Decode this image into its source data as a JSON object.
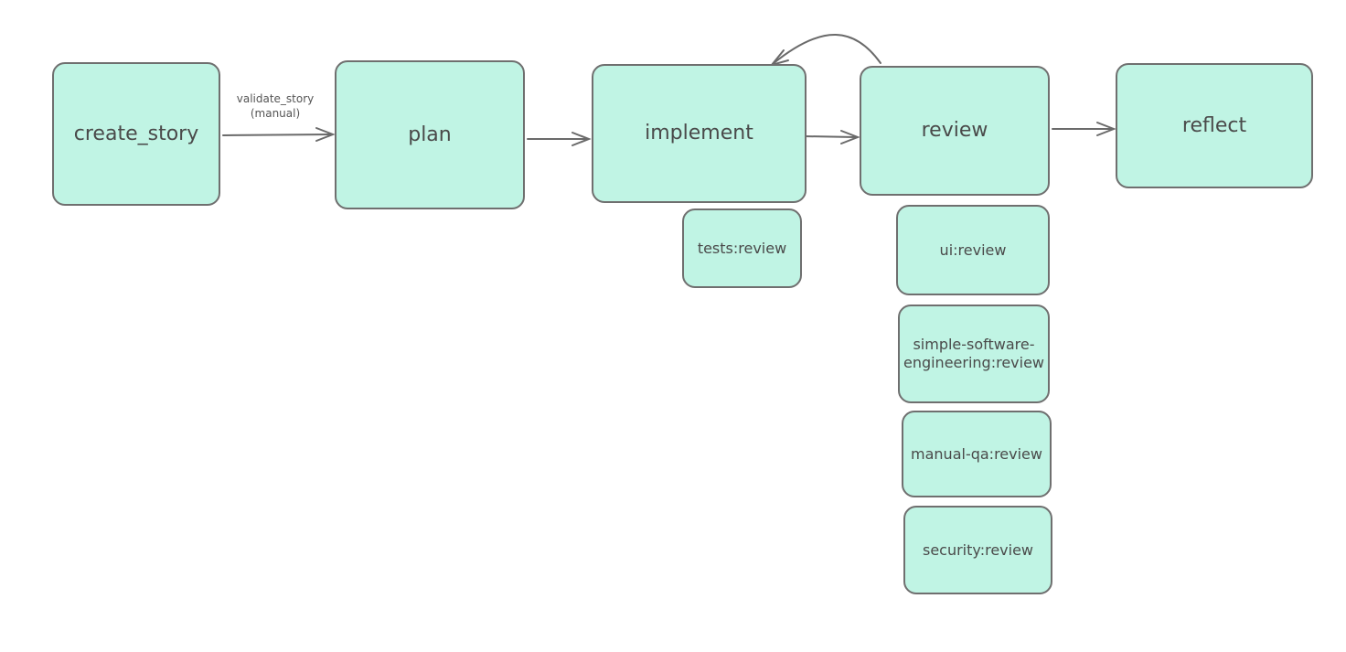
{
  "nodes": {
    "create_story": "create_story",
    "plan": "plan",
    "implement": "implement",
    "review": "review",
    "reflect": "reflect",
    "tests_review": "tests:review",
    "ui_review": "ui:review",
    "sse_review_line1": "simple-software-",
    "sse_review_line2": "engineering:review",
    "manual_qa_review": "manual-qa:review",
    "security_review": "security:review"
  },
  "edges": {
    "create_to_plan_label_line1": "validate_story",
    "create_to_plan_label_line2": "(manual)"
  },
  "colors": {
    "node_fill": "#c0f4e4",
    "node_stroke": "#6f6f6f",
    "edge_stroke": "#6a6a6a",
    "text": "#4a4a4a"
  }
}
